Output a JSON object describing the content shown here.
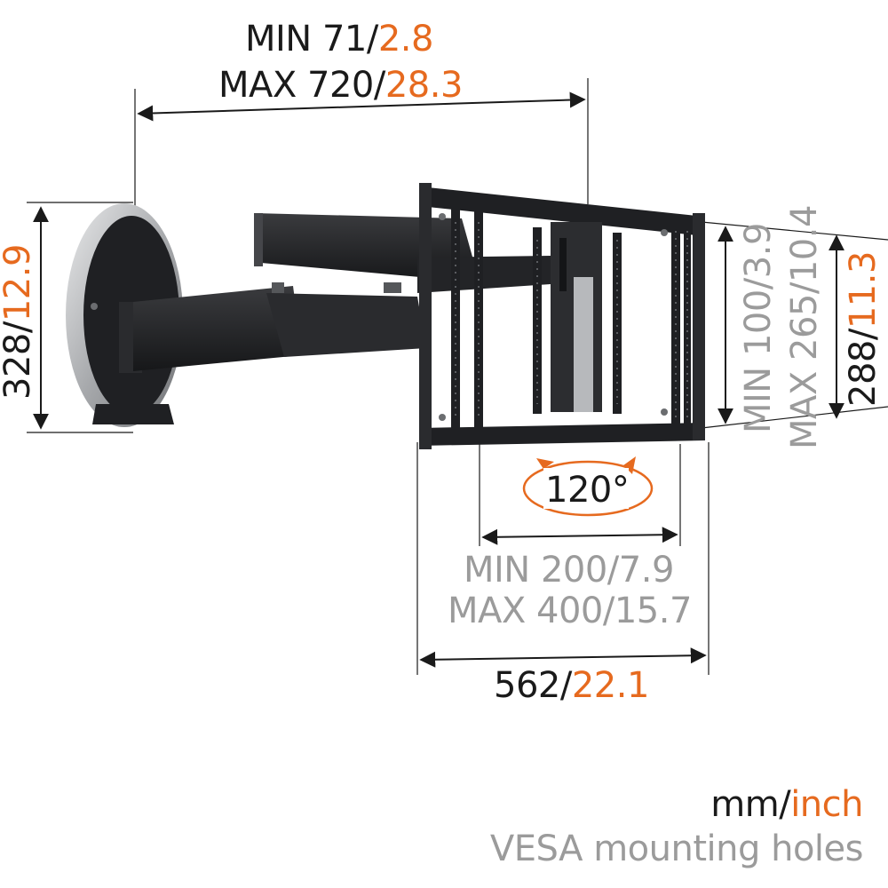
{
  "dimensions": {
    "reach": {
      "min_mm": "MIN 71",
      "min_in": "2.8",
      "max_mm": "MAX 720",
      "max_in": "28.3",
      "sep": "/"
    },
    "wall_plate_height": {
      "mm": "328",
      "in": "12.9",
      "sep": "/"
    },
    "vesa_vertical": {
      "min_mm": "MIN 100",
      "min_in": "3.9",
      "max_mm": "MAX 265",
      "max_in": "10.4",
      "sep": "/"
    },
    "frame_height": {
      "mm": "288",
      "in": "11.3",
      "sep": "/"
    },
    "rotation": {
      "value": "120°"
    },
    "vesa_horizontal": {
      "min_mm": "MIN 200",
      "min_in": "7.9",
      "max_mm": "MAX 400",
      "max_in": "15.7",
      "sep": "/"
    },
    "frame_width": {
      "mm": "562",
      "in": "22.1",
      "sep": "/"
    }
  },
  "legend": {
    "unit_mm": "mm",
    "unit_sep": "/",
    "unit_in": "inch",
    "vesa_note": "VESA mounting holes"
  },
  "colors": {
    "dark_text": "#1a1a1a",
    "gray_text": "#9b9b9b",
    "accent": "#e66a1f",
    "mount_black": "#1f2023",
    "steel": "#b7b9bc"
  }
}
